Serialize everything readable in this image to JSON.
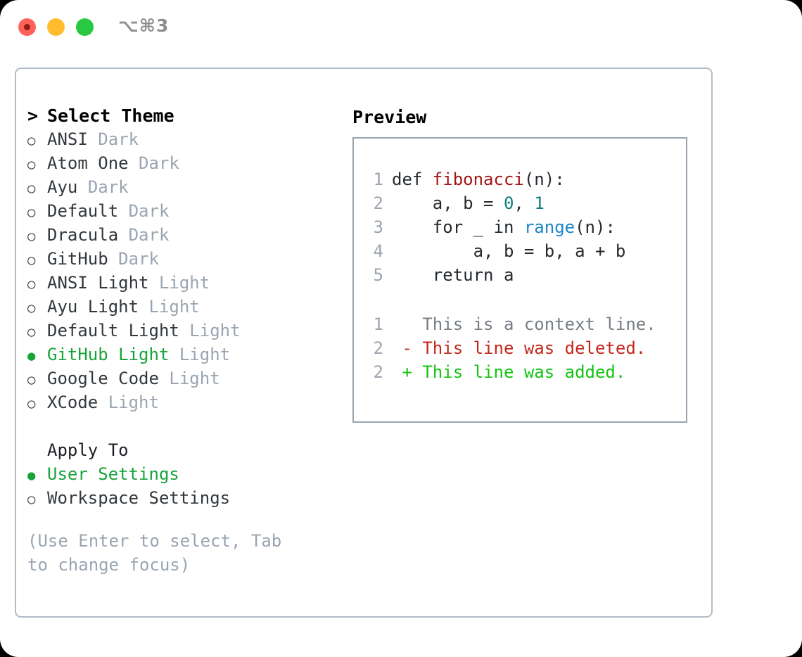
{
  "titlebar": {
    "shortcut": "⌥⌘3",
    "buttons": [
      {
        "name": "close",
        "color": "#ff6058"
      },
      {
        "name": "minimize",
        "color": "#ffbd2e"
      },
      {
        "name": "maximize",
        "color": "#28c840"
      }
    ]
  },
  "theme_picker": {
    "caret": ">",
    "title": "Select Theme",
    "bullet_unselected": "○",
    "bullet_selected": "●",
    "items": [
      {
        "label": "ANSI",
        "variant": "Dark",
        "selected": false
      },
      {
        "label": "Atom One",
        "variant": "Dark",
        "selected": false
      },
      {
        "label": "Ayu",
        "variant": "Dark",
        "selected": false
      },
      {
        "label": "Default",
        "variant": "Dark",
        "selected": false
      },
      {
        "label": "Dracula",
        "variant": "Dark",
        "selected": false
      },
      {
        "label": "GitHub",
        "variant": "Dark",
        "selected": false
      },
      {
        "label": "ANSI Light",
        "variant": "Light",
        "selected": false
      },
      {
        "label": "Ayu Light",
        "variant": "Light",
        "selected": false
      },
      {
        "label": "Default Light",
        "variant": "Light",
        "selected": false
      },
      {
        "label": "GitHub Light",
        "variant": "Light",
        "selected": true
      },
      {
        "label": "Google Code",
        "variant": "Light",
        "selected": false
      },
      {
        "label": "XCode",
        "variant": "Light",
        "selected": false
      }
    ]
  },
  "apply_to": {
    "title": "Apply To",
    "items": [
      {
        "label": "User Settings",
        "selected": true
      },
      {
        "label": "Workspace Settings",
        "selected": false
      }
    ]
  },
  "hint": "(Use Enter to select, Tab to change focus)",
  "preview": {
    "title": "Preview",
    "code_lines": [
      {
        "num": "1",
        "tokens": [
          {
            "text": "def ",
            "type": "plain"
          },
          {
            "text": "fibonacci",
            "type": "fn"
          },
          {
            "text": "(n):",
            "type": "plain"
          }
        ]
      },
      {
        "num": "2",
        "tokens": [
          {
            "text": "    a, b = ",
            "type": "plain"
          },
          {
            "text": "0",
            "type": "num"
          },
          {
            "text": ", ",
            "type": "plain"
          },
          {
            "text": "1",
            "type": "num"
          }
        ]
      },
      {
        "num": "3",
        "tokens": [
          {
            "text": "    for _ in ",
            "type": "plain"
          },
          {
            "text": "range",
            "type": "call"
          },
          {
            "text": "(n):",
            "type": "plain"
          }
        ]
      },
      {
        "num": "4",
        "tokens": [
          {
            "text": "        a, b = b, a + b",
            "type": "plain"
          }
        ]
      },
      {
        "num": "5",
        "tokens": [
          {
            "text": "    return a",
            "type": "plain"
          }
        ]
      }
    ],
    "diff_lines": [
      {
        "num": "1",
        "marker": " ",
        "text": "This is a context line.",
        "type": "context"
      },
      {
        "num": "2",
        "marker": "-",
        "text": "This line was deleted.",
        "type": "del"
      },
      {
        "num": "2",
        "marker": "+",
        "text": "This line was added.",
        "type": "add"
      }
    ]
  },
  "colors": {
    "selected_green": "#18a33a",
    "diff_add_green": "#12c412",
    "diff_del_red": "#c4281c",
    "muted_gray": "#9aa5b1",
    "syntax_function": "#a31515",
    "syntax_number": "#0f7d7d",
    "syntax_call": "#1a87c8",
    "border": "#b2bcc7"
  }
}
